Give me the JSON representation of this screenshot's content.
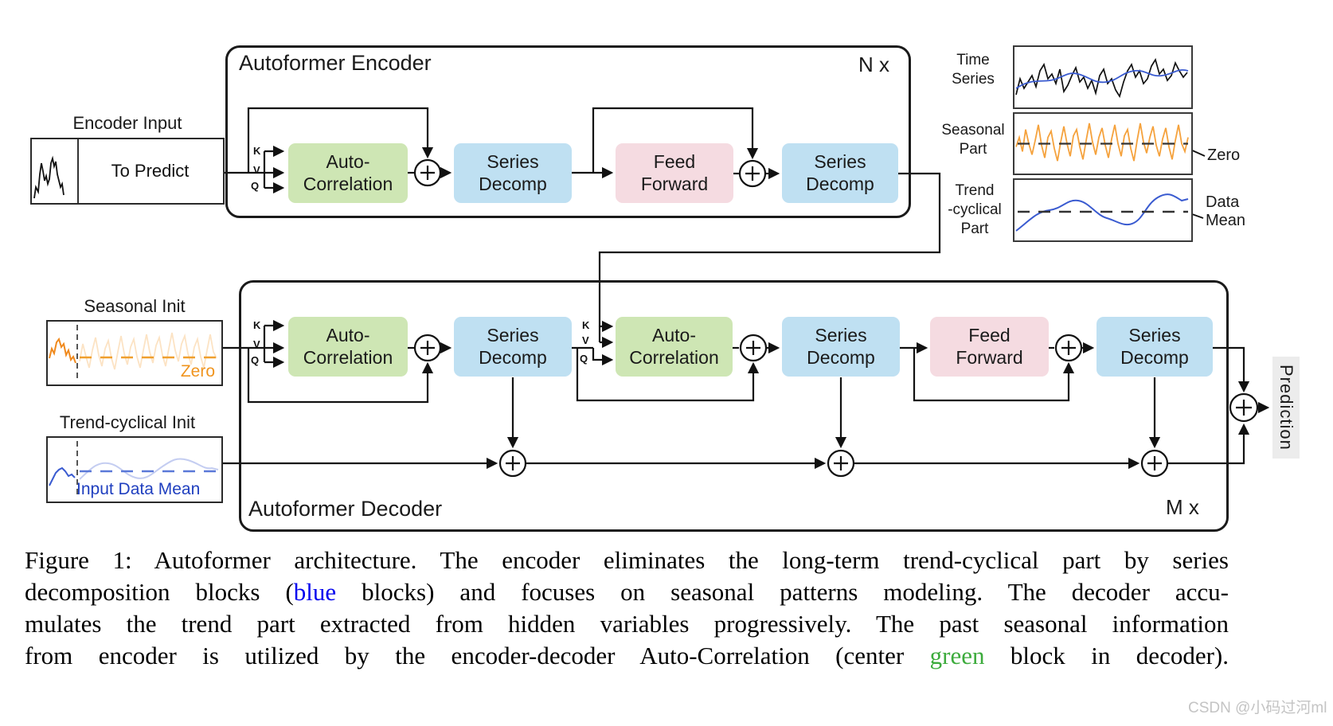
{
  "figure": {
    "encoder": {
      "title": "Autoformer Encoder",
      "repeat": "N x",
      "input_label": "Encoder Input",
      "input_text": "To Predict"
    },
    "decoder": {
      "title": "Autoformer Decoder",
      "repeat": "M x",
      "seasonal_init_label": "Seasonal Init",
      "seasonal_init_zero": "Zero",
      "trend_init_label": "Trend-cyclical Init",
      "trend_init_mean": "Input Data Mean",
      "prediction_label": "Prediction"
    },
    "blocks": {
      "auto_correlation": {
        "l1": "Auto-",
        "l2": "Correlation"
      },
      "series_decomp": {
        "l1": "Series",
        "l2": "Decomp"
      },
      "feed_forward": {
        "l1": "Feed",
        "l2": "Forward"
      }
    },
    "kvq": {
      "k": "K",
      "v": "V",
      "q": "Q"
    },
    "legend_panels": {
      "time_series": {
        "label_l1": "Time",
        "label_l2": "Series"
      },
      "seasonal": {
        "label_l1": "Seasonal",
        "label_l2": "Part",
        "annotation": "Zero"
      },
      "trend": {
        "label_l1": "Trend",
        "label_l2": "-cyclical",
        "label_l3": "Part",
        "annotation_l1": "Data",
        "annotation_l2": "Mean"
      }
    },
    "colors": {
      "block_green": "#cee6b4",
      "block_blue": "#bfe0f2",
      "block_pink": "#f5dbe1",
      "line": "#111111",
      "orange_series": "#f5a23d",
      "blue_series": "#3a5bd0",
      "caption_blue": "#0000ee",
      "caption_green": "#3cab3c",
      "prediction_bg": "#ececec",
      "init_zero_text": "#f0941e",
      "init_mean_text": "#1f3fbf",
      "watermark_gray": "#c4c4c4"
    }
  },
  "caption": {
    "line1": "Figure 1: Autoformer architecture. The encoder eliminates the long-term trend-cyclical part by series",
    "line2_pre": "decomposition blocks (",
    "line2_blue": "blue",
    "line2_post": " blocks) and focuses on seasonal patterns modeling. The decoder accu-",
    "line3": "mulates the trend part extracted from hidden variables progressively. The past seasonal information",
    "line4_pre": "from encoder is utilized by the encoder-decoder Auto-Correlation (center ",
    "line4_green": "green",
    "line4_post": " block in decoder)."
  },
  "watermark": "CSDN @小码过河ml"
}
